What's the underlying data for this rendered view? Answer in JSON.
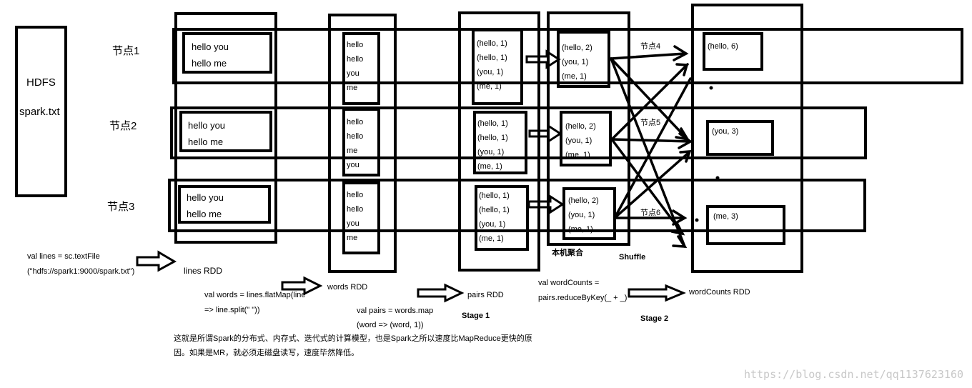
{
  "hdfs": {
    "line1": "HDFS",
    "line2": "spark.txt"
  },
  "nodes": [
    "节点1",
    "节点2",
    "节点3"
  ],
  "lines_rdd": [
    [
      "hello you",
      "hello me"
    ],
    [
      "hello you",
      "hello me"
    ],
    [
      "hello you",
      "hello me"
    ]
  ],
  "words_rdd": [
    [
      "hello",
      "hello",
      "you",
      "me"
    ],
    [
      "hello",
      "hello",
      "me",
      "you"
    ],
    [
      "hello",
      "hello",
      "you",
      "me"
    ]
  ],
  "pairs_rdd": [
    [
      "(hello, 1)",
      "(hello, 1)",
      "(you, 1)",
      "(me, 1)"
    ],
    [
      "(hello, 1)",
      "(hello, 1)",
      "(you, 1)",
      "(me, 1)"
    ],
    [
      "(hello, 1)",
      "(hello, 1)",
      "(you, 1)",
      "(me, 1)"
    ]
  ],
  "local_agg": [
    [
      "(hello, 2)",
      "(you, 1)",
      "(me, 1)"
    ],
    [
      "(hello, 2)",
      "(you, 1)",
      "(me, 1)"
    ],
    [
      "(hello, 2)",
      "(you, 1)",
      "(me, 1)"
    ]
  ],
  "target_nodes": [
    "节点4",
    "节点5",
    "节点6"
  ],
  "word_counts": [
    "(hello, 6)",
    "(you, 3)",
    "(me, 3)"
  ],
  "labels": {
    "local_agg": "本机聚合",
    "shuffle": "Shuffle",
    "lines_rdd": "lines RDD",
    "words_rdd": "words RDD",
    "pairs_rdd": "pairs RDD",
    "word_counts_rdd": "wordCounts RDD",
    "stage1": "Stage 1",
    "stage2": "Stage 2"
  },
  "code": {
    "lines": [
      "val lines = sc.textFile",
      "(\"hdfs://spark1:9000/spark.txt\")"
    ],
    "words": [
      "val words = lines.flatMap(line",
      "=> line.split(\" \"))"
    ],
    "pairs": [
      "val pairs = words.map",
      "(word => (word, 1))"
    ],
    "counts": [
      "val wordCounts =",
      "pairs.reduceByKey(_ + _)"
    ]
  },
  "note": [
    "这就是所谓Spark的分布式、内存式、迭代式的计算模型，也是Spark之所以速度比MapReduce更快的原",
    "因。如果是MR，就必须走磁盘读写，速度毕然降低。"
  ],
  "watermark": "https://blog.csdn.net/qq1137623160"
}
